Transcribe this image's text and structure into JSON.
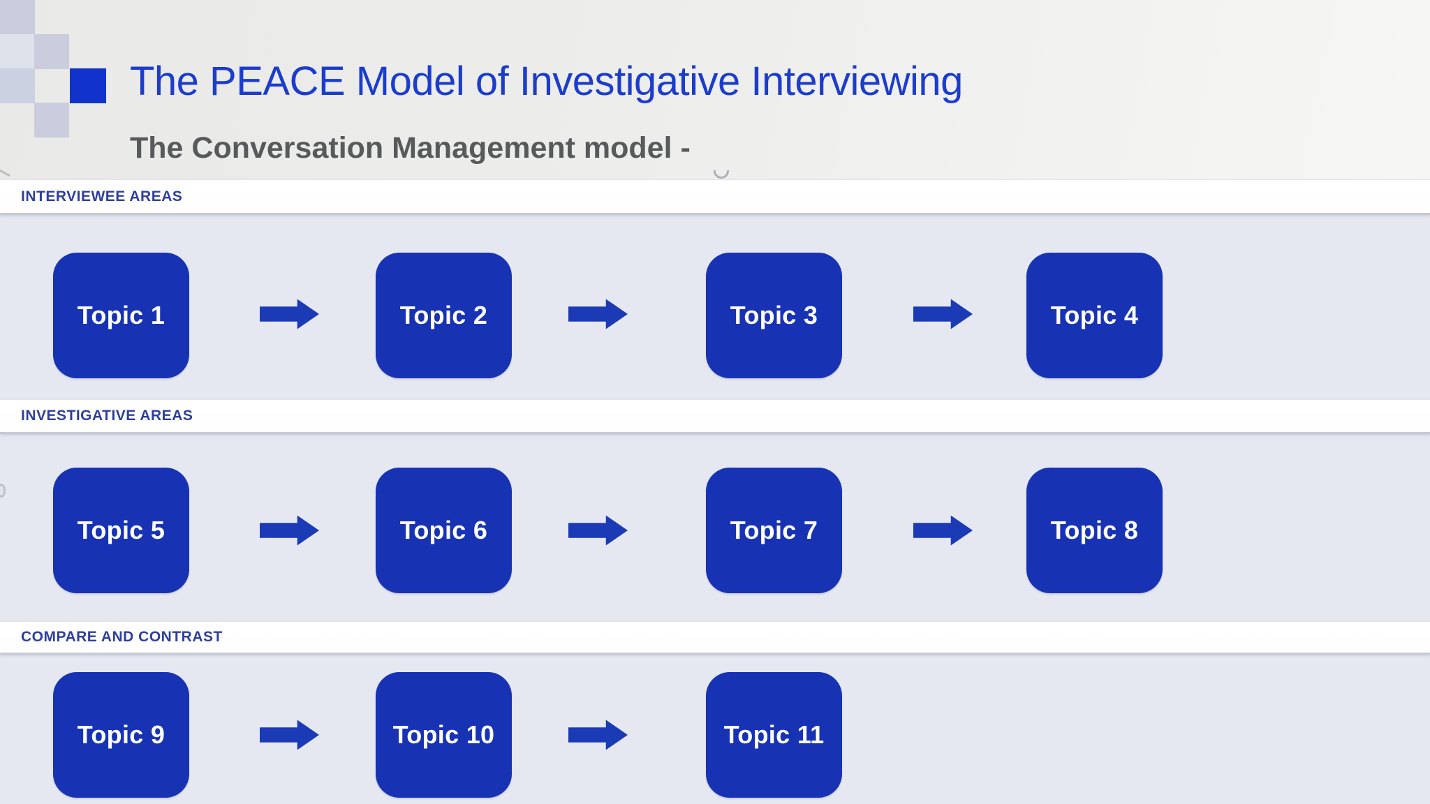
{
  "slide": {
    "title": "The PEACE Model of Investigative Interviewing",
    "subtitle": "The Conversation Management model -"
  },
  "colors": {
    "title_blue": "#1b3ccd",
    "bullet_blue": "#1133cb",
    "shape_blue": "#1733b4",
    "arrow_blue": "#1b3ab6",
    "label_navy": "#2e3f9d",
    "subtitle_gray": "#58595b",
    "section_bg": "#e6e8f1",
    "band_bg": "#fefefe"
  },
  "sections": [
    {
      "label": "INTERVIEWEE AREAS",
      "topics": [
        "Topic 1",
        "Topic 2",
        "Topic 3",
        "Topic 4"
      ]
    },
    {
      "label": "INVESTIGATIVE AREAS",
      "topics": [
        "Topic 5",
        "Topic 6",
        "Topic 7",
        "Topic 8"
      ]
    },
    {
      "label": "COMPARE AND CONTRAST",
      "topics": [
        "Topic 9",
        "Topic 10",
        "Topic 11"
      ]
    }
  ]
}
